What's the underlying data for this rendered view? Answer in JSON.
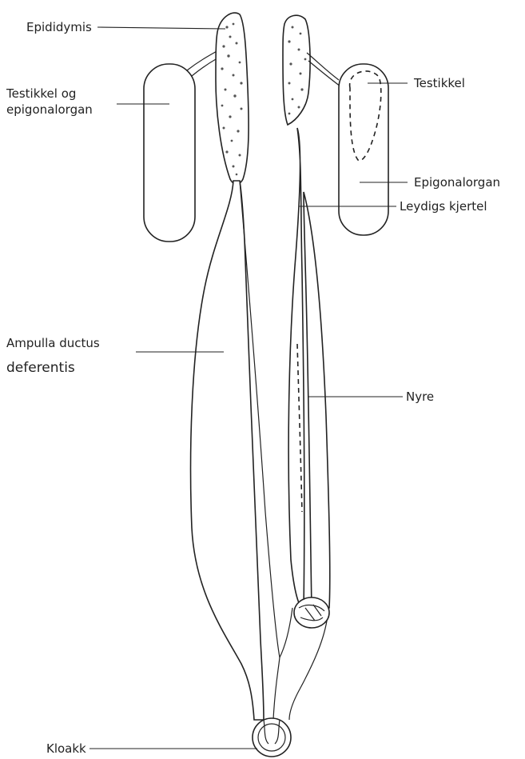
{
  "labels": {
    "epididymis": "Epididymis",
    "testikkel_og_line1": "Testikkel og",
    "testikkel_og_line2": "epigonalorgan",
    "ampulla_line1": "Ampulla ductus",
    "ampulla_line2": "deferentis",
    "kloakk": "Kloakk",
    "testikkel": "Testikkel",
    "epigonalorgan": "Epigonalorgan",
    "leydigs_kjertel": "Leydigs kjertel",
    "nyre": "Nyre"
  }
}
